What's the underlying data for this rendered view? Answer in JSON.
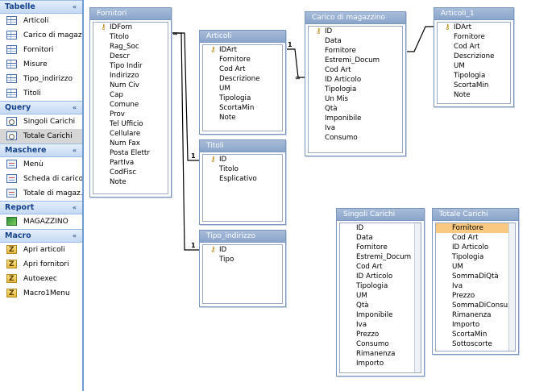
{
  "nav": {
    "groups": [
      {
        "header": "Tabelle",
        "chevron": "«",
        "items": [
          {
            "label": "Articoli",
            "icon": "table-icon"
          },
          {
            "label": "Carico di magaz...",
            "icon": "table-icon"
          },
          {
            "label": "Fornitori",
            "icon": "table-icon"
          },
          {
            "label": "Misure",
            "icon": "table-icon"
          },
          {
            "label": "Tipo_indirizzo",
            "icon": "table-icon"
          },
          {
            "label": "Titoli",
            "icon": "table-icon"
          }
        ]
      },
      {
        "header": "Query",
        "chevron": "«",
        "items": [
          {
            "label": "Singoli Carichi",
            "icon": "query-icon"
          },
          {
            "label": "Totale Carichi",
            "icon": "query-icon",
            "selected": true
          }
        ]
      },
      {
        "header": "Maschere",
        "chevron": "«",
        "items": [
          {
            "label": "Menù",
            "icon": "form-icon"
          },
          {
            "label": "Scheda di carico",
            "icon": "form-icon"
          },
          {
            "label": "Totale di magaz...",
            "icon": "form-icon"
          }
        ]
      },
      {
        "header": "Report",
        "chevron": "«",
        "items": [
          {
            "label": "MAGAZZINO",
            "icon": "report-icon"
          }
        ]
      },
      {
        "header": "Macro",
        "chevron": "«",
        "items": [
          {
            "label": "Apri articoli",
            "icon": "macro-icon"
          },
          {
            "label": "Apri fornitori",
            "icon": "macro-icon"
          },
          {
            "label": "Autoexec",
            "icon": "macro-icon"
          },
          {
            "label": "Macro1Menu",
            "icon": "macro-icon"
          }
        ]
      }
    ]
  },
  "field_lists": {
    "fornitori": {
      "title": "Fornitori",
      "key": "IDForn",
      "fields": [
        "Titolo",
        "Rag_Soc",
        "Descr",
        "Tipo Indir",
        "Indirizzo",
        "Num Civ",
        "Cap",
        "Comune",
        "Prov",
        "Tel Ufficio",
        "Cellulare",
        "Num Fax",
        "Posta Elettr",
        "PartIva",
        "CodFisc",
        "Note"
      ]
    },
    "articoli": {
      "title": "Articoli",
      "key": "IDArt",
      "fields": [
        "Fornitore",
        "Cod Art",
        "Descrizione",
        "UM",
        "Tipologia",
        "ScortaMin",
        "Note"
      ]
    },
    "carico": {
      "title": "Carico di magazzino",
      "key": "ID",
      "fields": [
        "Data",
        "Fornitore",
        "Estremi_Docum",
        "Cod Art",
        "ID Articolo",
        "Tipologia",
        "Un Mis",
        "Qtà",
        "Imponibile",
        "Iva",
        "Consumo"
      ]
    },
    "articoli1": {
      "title": "Articoli_1",
      "key": "IDArt",
      "fields": [
        "Fornitore",
        "Cod Art",
        "Descrizione",
        "UM",
        "Tipologia",
        "ScortaMin",
        "Note"
      ]
    },
    "titoli": {
      "title": "Titoli",
      "key": "ID",
      "fields": [
        "Titolo",
        "Esplicativo"
      ]
    },
    "tipo": {
      "title": "Tipo_indirizzo",
      "key": "ID",
      "fields": [
        "Tipo"
      ]
    },
    "singoli": {
      "title": "Singoli Carichi",
      "fields": [
        "ID",
        "Data",
        "Fornitore",
        "Estremi_Docum",
        "Cod Art",
        "ID Articolo",
        "Tipologia",
        "UM",
        "Qtà",
        "Imponibile",
        "Iva",
        "Prezzo",
        "Consumo",
        "Rimanenza",
        "Importo"
      ]
    },
    "totale": {
      "title": "Totale Carichi",
      "fields": [
        "Fornitore",
        "Cod Art",
        "ID Articolo",
        "Tipologia",
        "UM",
        "SommaDiQtà",
        "Iva",
        "Prezzo",
        "SommaDiConsumo",
        "Rimanenza",
        "Importo",
        "ScortaMin",
        "Sottoscorte"
      ]
    }
  },
  "relationship_labels": {
    "one": "1",
    "many": "∞"
  },
  "colors": {
    "accent": "#15428b",
    "selected_field": "#f9c981",
    "nav_selected": "#d6d6d6"
  }
}
